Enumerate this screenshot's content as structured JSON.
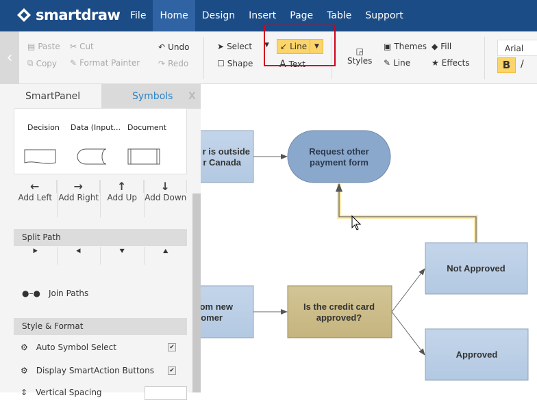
{
  "header": {
    "logo": "smartdraw",
    "menu": [
      "File",
      "Home",
      "Design",
      "Insert",
      "Page",
      "Table",
      "Support"
    ],
    "active": "Home"
  },
  "ribbon": {
    "paste": "Paste",
    "cut": "Cut",
    "copy": "Copy",
    "format_painter": "Format Painter",
    "undo": "Undo",
    "redo": "Redo",
    "select": "Select",
    "shape": "Shape",
    "line": "Line",
    "text": "Text",
    "styles": "Styles",
    "themes": "Themes",
    "fill": "Fill",
    "line2": "Line",
    "effects": "Effects",
    "font": "Arial",
    "bold": "B",
    "italic": "/"
  },
  "panel": {
    "tab_smart": "SmartPanel",
    "tab_symbols": "Symbols",
    "close": "X",
    "symbols": [
      "Decision",
      "Data (Input...",
      "Document"
    ],
    "add": [
      "Add Left",
      "Add Right",
      "Add Up",
      "Add Down"
    ],
    "split_title": "Split Path",
    "join": "Join Paths",
    "style_title": "Style & Format",
    "options": [
      {
        "label": "Auto Symbol Select",
        "checked": true
      },
      {
        "label": "Display SmartAction Buttons",
        "checked": true
      }
    ],
    "vspacing": "Vertical Spacing"
  },
  "diagram": {
    "box1": [
      "r is outside",
      "r Canada"
    ],
    "request": [
      "Request other",
      "payment form"
    ],
    "box2": [
      "om new",
      "omer"
    ],
    "decision": [
      "Is the credit card",
      "approved?"
    ],
    "not_approved": "Not Approved",
    "approved": "Approved"
  },
  "colors": {
    "header": "#1c4c86",
    "accent": "#fbd46a",
    "highlight": "#d0021b"
  }
}
